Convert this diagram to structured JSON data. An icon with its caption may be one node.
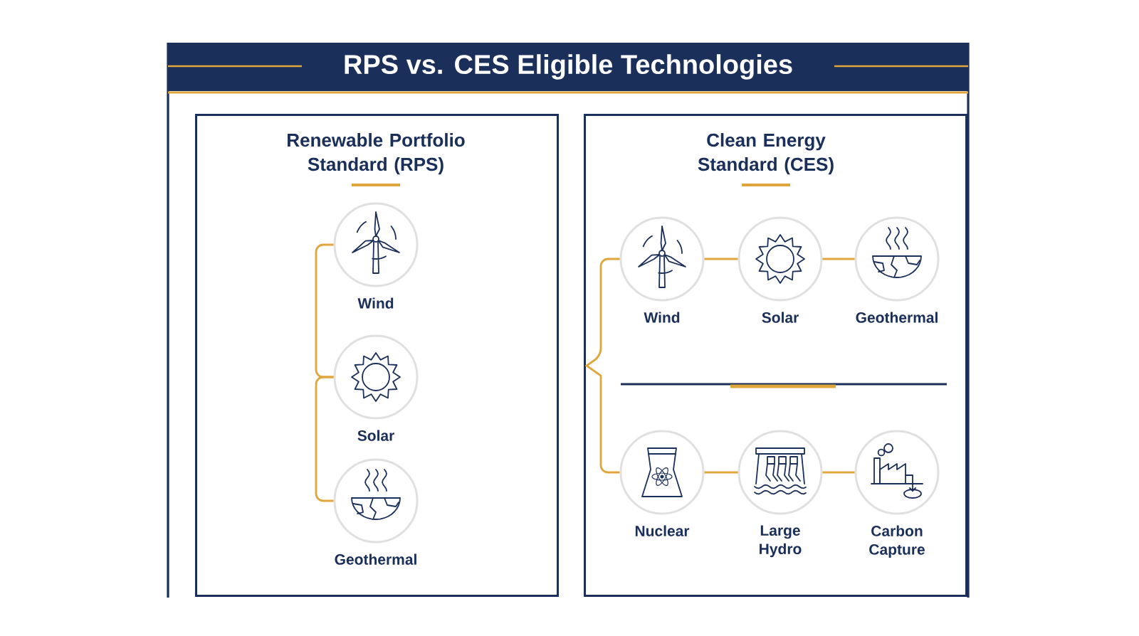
{
  "diagram": {
    "title": "RPS vs. CES Eligible Technologies",
    "nodes": [
      {
        "text": [
          "Renewable Portfolio Standard (RPS)"
        ]
      },
      {
        "text": [
          "Clean Energy Standard (CES)"
        ]
      },
      {
        "text": [
          "Wind"
        ],
        "in": 0
      },
      {
        "text": [
          "Solar"
        ],
        "in": 0
      },
      {
        "text": [
          "Geothermal"
        ],
        "in": 0
      },
      {
        "text": [
          "Wind"
        ],
        "in": 1
      },
      {
        "text": [
          "Solar"
        ],
        "in": 1
      },
      {
        "text": [
          "Geothermal"
        ],
        "in": 1
      },
      {
        "text": [
          "Nuclear"
        ],
        "in": 1
      },
      {
        "text": [
          "Large Hydro"
        ],
        "in": 1
      },
      {
        "text": [
          "Carbon Capture"
        ],
        "in": 1
      }
    ],
    "edges": [
      {
        "from": 2,
        "to": 3,
        "arrow": "none"
      },
      {
        "from": 3,
        "to": 4,
        "arrow": "none"
      },
      {
        "from": 5,
        "to": 6,
        "arrow": "none"
      },
      {
        "from": 6,
        "to": 7,
        "arrow": "none"
      },
      {
        "from": 5,
        "to": 8,
        "arrow": "none"
      },
      {
        "from": 8,
        "to": 9,
        "arrow": "none"
      },
      {
        "from": 9,
        "to": 10,
        "arrow": "none"
      }
    ]
  }
}
